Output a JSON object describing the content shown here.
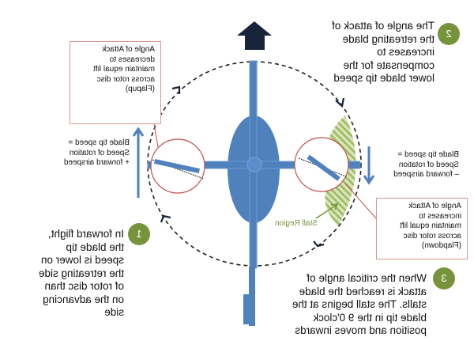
{
  "callouts": {
    "step1": {
      "number": "1",
      "lines": [
        "In forward flight,",
        "the blade tip",
        "speed is lower on",
        "the retreating side",
        "of rotor disc than",
        "on the advancing",
        "side"
      ]
    },
    "step2": {
      "number": "2",
      "lines": [
        "The angle of attack of",
        "the retreating blade",
        "increases to",
        "compensate for the",
        "lower blade tip speed"
      ]
    },
    "step3": {
      "number": "3",
      "lines": [
        "When the critical angle of",
        "attack is reached the blade",
        "stalls. The stall begins at the",
        "blade tip in the 9 0'clock",
        "position and moves inwards"
      ]
    }
  },
  "boxes": {
    "flapup": [
      "Angle of Attack",
      "decreases to",
      "maintain equal lift",
      "across rotor disc",
      "(Flapup)"
    ],
    "flapdown": [
      "Angle of Attack",
      "increases to",
      "maintain equal lift",
      "across rotor disc",
      "(Flapdown)"
    ]
  },
  "tip_speed": {
    "advancing": [
      "Blade tip speed =",
      "Speed of rotation",
      "+ forward airspeed"
    ],
    "retreating": [
      "Blade tip speed =",
      "Speed of rotation",
      "– forward airspeed"
    ]
  },
  "stall_label": "Stall Region",
  "colors": {
    "rotor_blue": "#4f81bd",
    "accent_green": "#77933c",
    "box_red": "#c0504d",
    "arrow_navy": "#17243a"
  }
}
